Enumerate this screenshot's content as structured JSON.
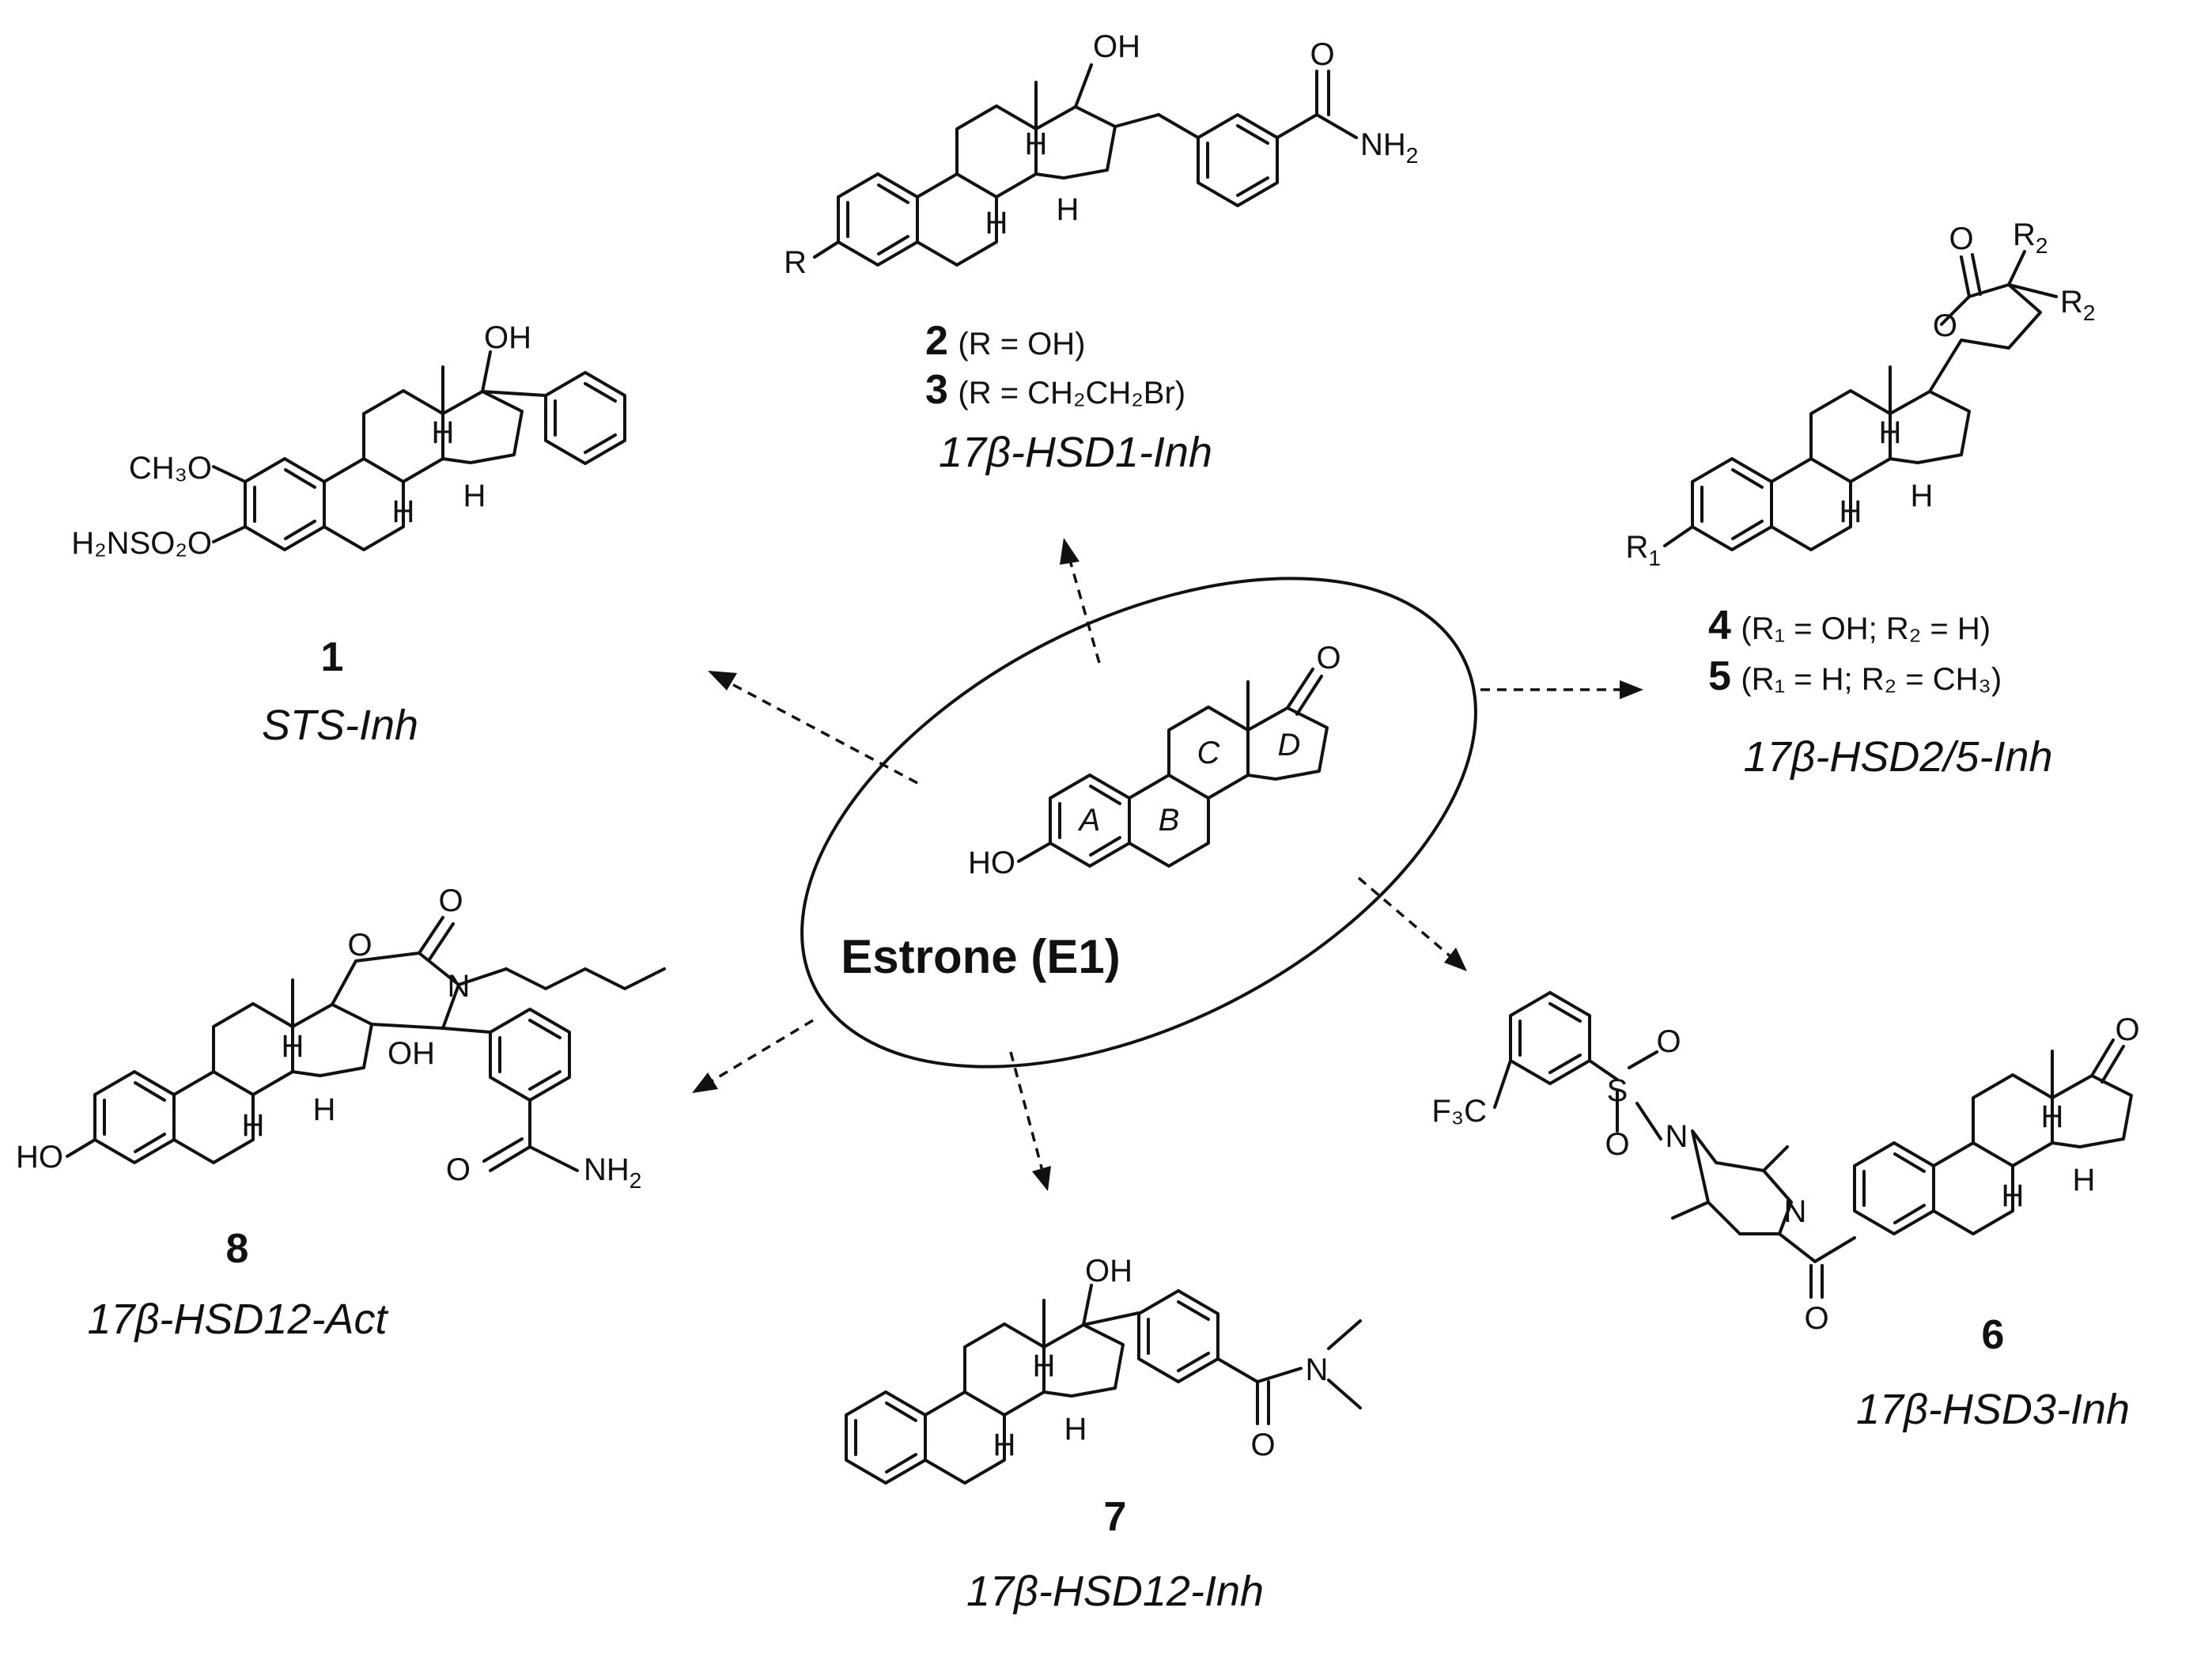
{
  "center": {
    "name": "Estrone (E1)",
    "rings": [
      "A",
      "B",
      "C",
      "D"
    ]
  },
  "compounds": [
    {
      "id": "1",
      "activity": "STS-Inh",
      "definitions": []
    },
    {
      "id": "2",
      "activity": "17β-HSD1-Inh",
      "definitions": [
        {
          "num": "2",
          "text": "(R = OH)"
        },
        {
          "num": "3",
          "text": "(R = CH₂CH₂Br)"
        }
      ]
    },
    {
      "id": "4",
      "activity": "17β-HSD2/5-Inh",
      "definitions": [
        {
          "num": "4",
          "text": "(R₁ = OH; R₂ = H)"
        },
        {
          "num": "5",
          "text": "(R₁ = H; R₂ = CH₃)"
        }
      ]
    },
    {
      "id": "6",
      "activity": "17β-HSD3-Inh",
      "definitions": []
    },
    {
      "id": "7",
      "activity": "17β-HSD12-Inh",
      "definitions": []
    },
    {
      "id": "8",
      "activity": "17β-HSD12-Act",
      "definitions": []
    }
  ],
  "atom_labels": {
    "OH": "OH",
    "HO": "HO",
    "O": "O",
    "H": "H",
    "N": "N",
    "R": "R",
    "R1": "R",
    "R2": "R",
    "S": "S",
    "NH2": "NH",
    "H2NSO2O": "H₂NSO₂O",
    "CH3O": "CH₃O",
    "F3C": "F₃C"
  }
}
